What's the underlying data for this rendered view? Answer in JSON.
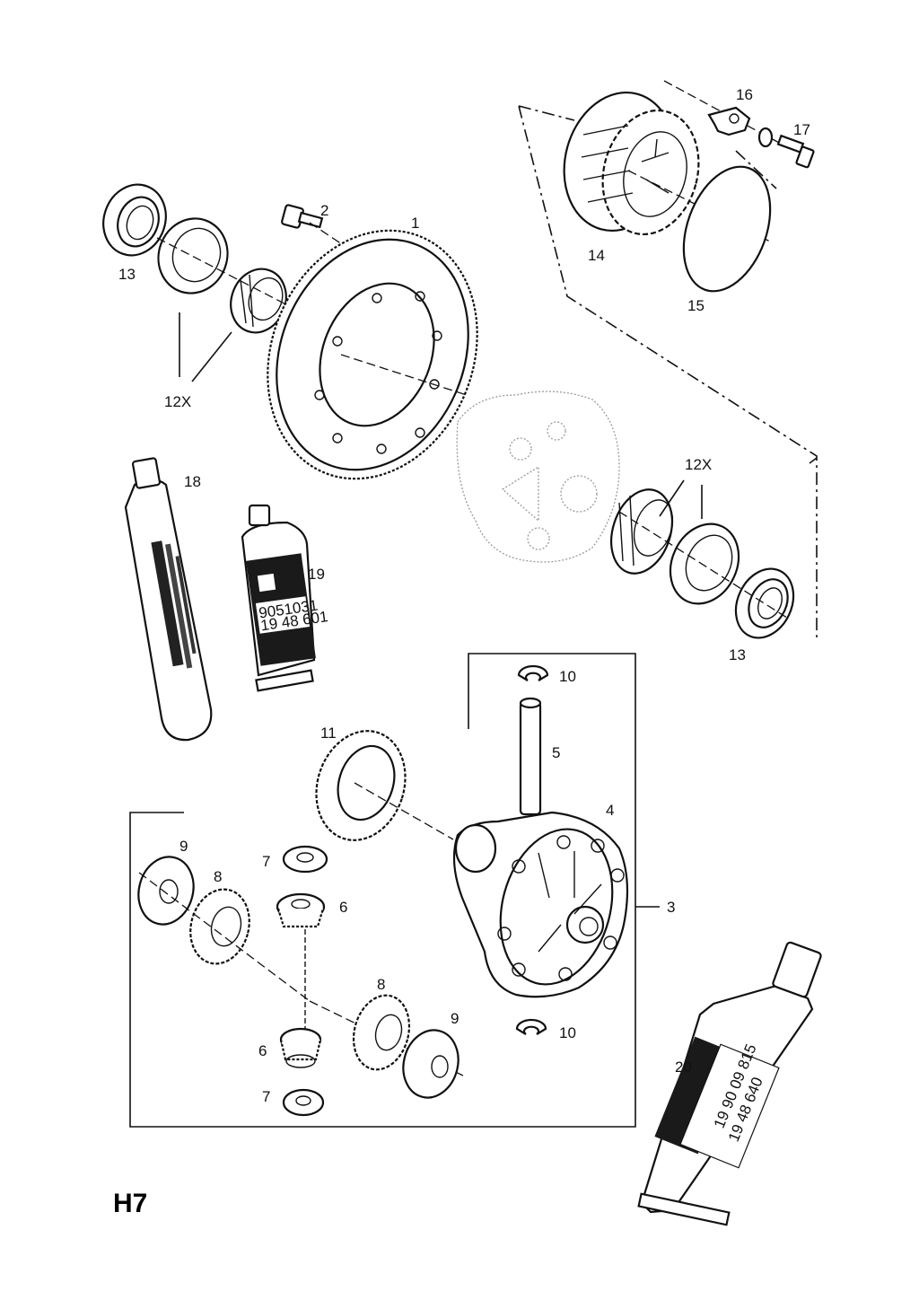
{
  "sheet_id": "H7",
  "callouts": {
    "c1": "1",
    "c2": "2",
    "c3": "3",
    "c4": "4",
    "c5": "5",
    "c6a": "6",
    "c6b": "6",
    "c7a": "7",
    "c7b": "7",
    "c8a": "8",
    "c8b": "8",
    "c9a": "9",
    "c9b": "9",
    "c10a": "10",
    "c10b": "10",
    "c11": "11",
    "c12xa": "12X",
    "c12xb": "12X",
    "c13a": "13",
    "c13b": "13",
    "c14": "14",
    "c15": "15",
    "c16": "16",
    "c17": "17",
    "c18": "18",
    "c19": "19",
    "c20": "20"
  },
  "tube19_text": {
    "line1": "9051031",
    "line2": "19 48 601"
  },
  "tube20_text": {
    "line1": "19 90 09 815",
    "line2": "19 48 640"
  }
}
